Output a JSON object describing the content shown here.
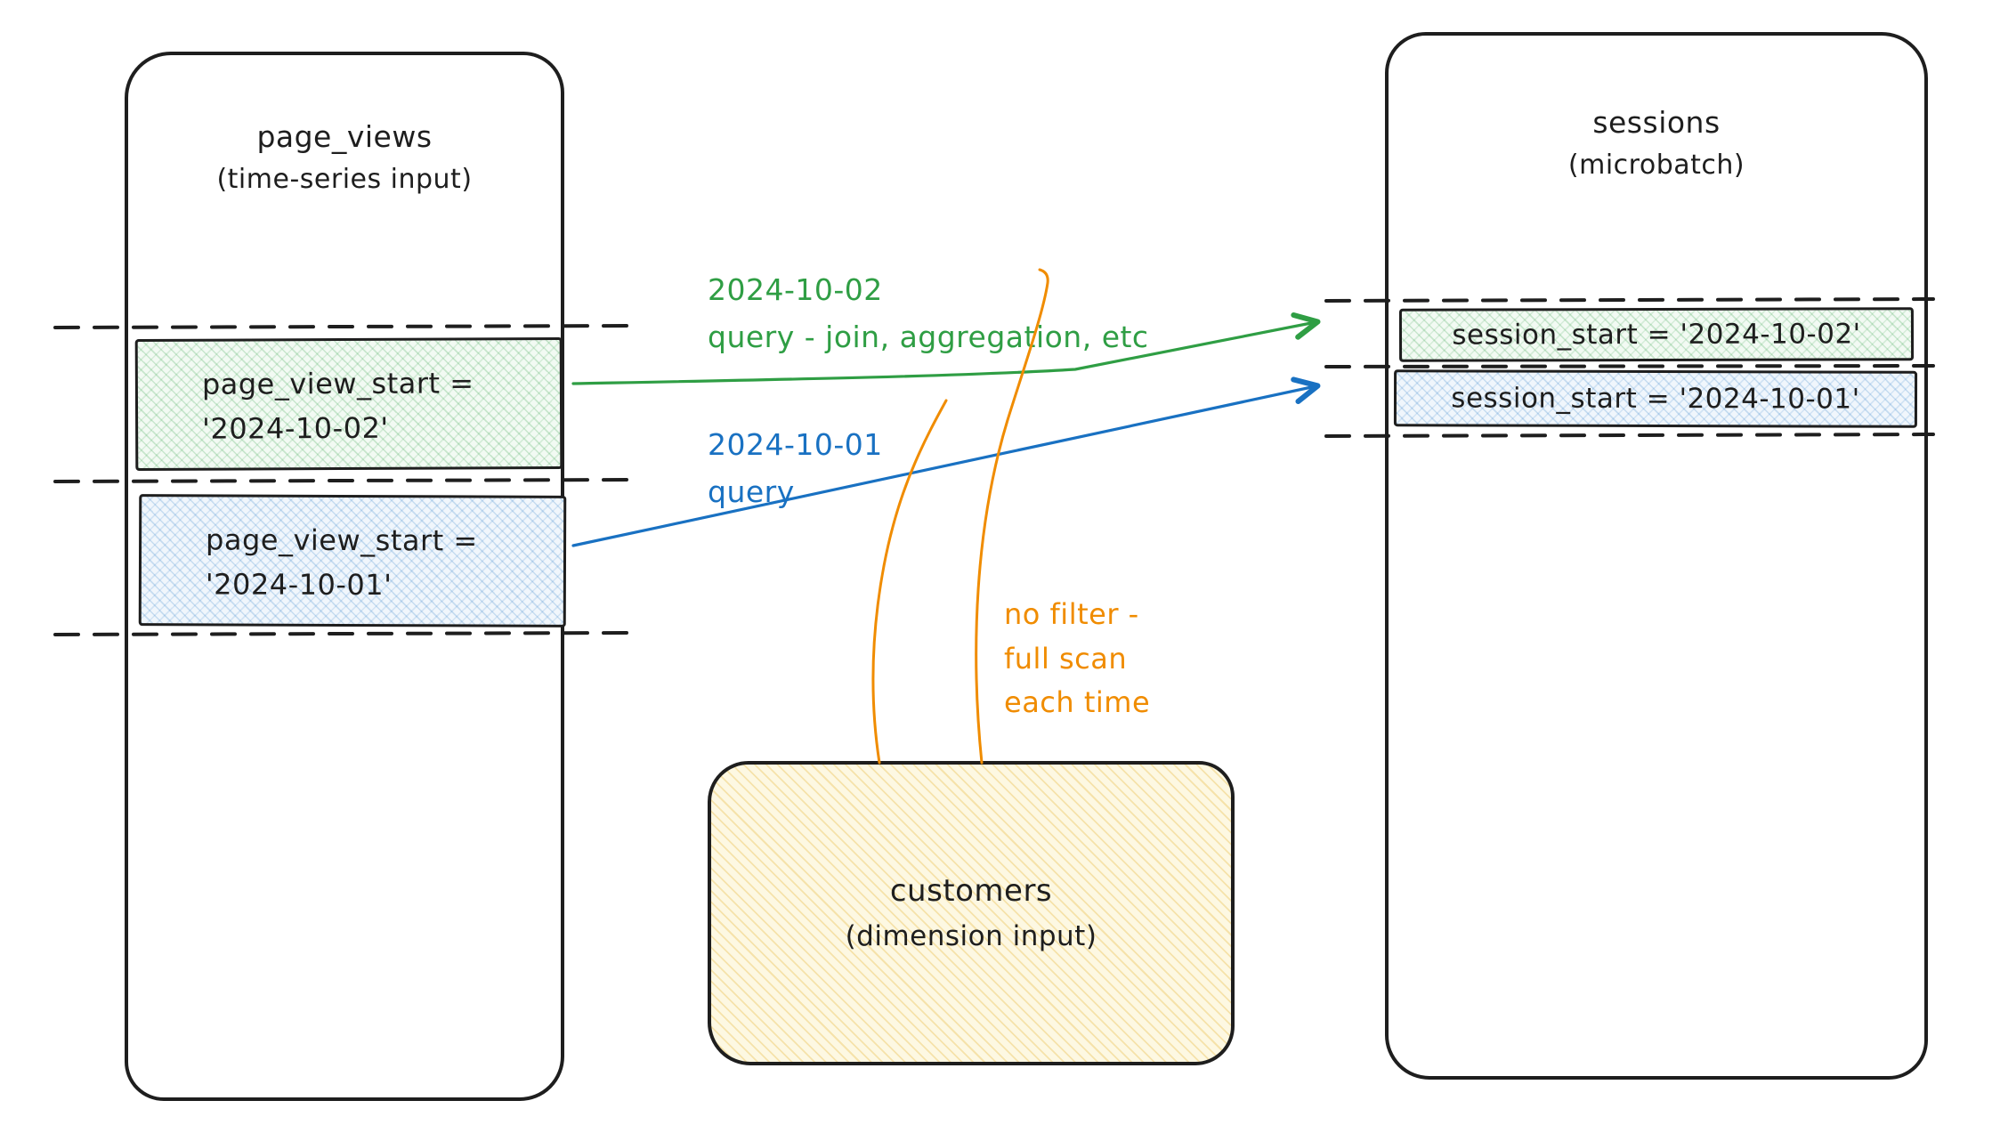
{
  "colors": {
    "ink": "#1e1e1e",
    "green": "#2f9e44",
    "blue": "#1971c2",
    "orange": "#f08c00",
    "green_fill": "#f2faf3",
    "blue_fill": "#f0f6fc",
    "yellow_fill": "#fdf8e2"
  },
  "left_table": {
    "title": "page_views",
    "subtitle": "(time-series input)",
    "rows": [
      {
        "color": "green",
        "line1": "page_view_start =",
        "line2": "'2024-10-02'"
      },
      {
        "color": "blue",
        "line1": "page_view_start =",
        "line2": "'2024-10-01'"
      }
    ]
  },
  "right_table": {
    "title": "sessions",
    "subtitle": "(microbatch)",
    "rows": [
      {
        "color": "green",
        "label": "session_start = '2024-10-02'"
      },
      {
        "color": "blue",
        "label": "session_start = '2024-10-01'"
      }
    ]
  },
  "dimension_table": {
    "title": "customers",
    "subtitle": "(dimension input)"
  },
  "annotations": {
    "green_query": {
      "line1": "2024-10-02",
      "line2": "query - join, aggregation, etc"
    },
    "blue_query": {
      "line1": "2024-10-01",
      "line2": "query"
    },
    "orange_note": {
      "line1": "no filter -",
      "line2": "full scan",
      "line3": "each time"
    }
  }
}
